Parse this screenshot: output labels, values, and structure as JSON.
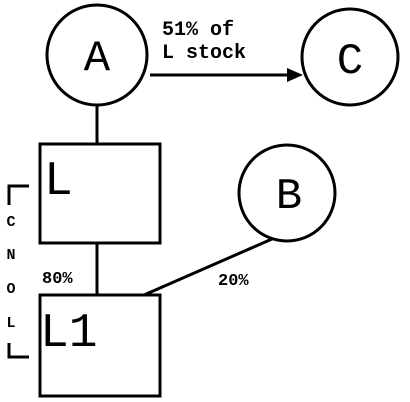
{
  "nodes": {
    "a": "A",
    "c": "C",
    "b": "B",
    "l": "L",
    "l1": "L1"
  },
  "edges": {
    "a_to_c_line1": "51% of",
    "a_to_c_line2": "L stock",
    "l_to_l1_pct": "80%",
    "b_to_l1_pct": "20%"
  },
  "group_label": {
    "letters": [
      "C",
      "N",
      "O",
      "L"
    ]
  }
}
